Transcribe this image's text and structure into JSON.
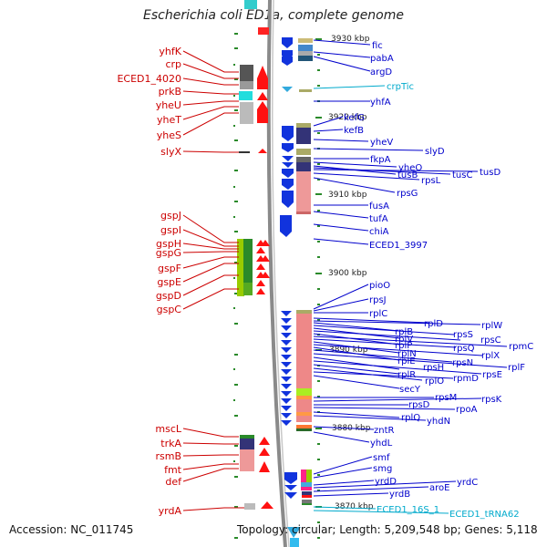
{
  "title": "Escherichia coli ED1a, complete genome",
  "footer": {
    "accession": "Accession: NC_011745",
    "summary": "Topology: circular; Length: 5,209,548 bp; Genes: 5,118"
  },
  "colors": {
    "left_labels": "#cc0000",
    "right_labels": "#0000cc",
    "rna_labels": "#00aacc",
    "backbone": "#888888",
    "tick": "#2a8a2a"
  },
  "scale_labels": [
    "3930 kbp",
    "3920 kbp",
    "3910 kbp",
    "3900 kbp",
    "3890 kbp",
    "3880 kbp",
    "3870 kbp"
  ],
  "left_genes": [
    "yhfK",
    "crp",
    "ECED1_4020",
    "prkB",
    "yheU",
    "yheT",
    "yheS",
    "slyX",
    "gspJ",
    "gspI",
    "gspH",
    "gspG",
    "gspF",
    "gspE",
    "gspD",
    "gspC",
    "mscL",
    "trkA",
    "rsmB",
    "fmt",
    "def",
    "yrdA"
  ],
  "right_genes": [
    "fic",
    "pabA",
    "argD",
    "crpTic",
    "yhfA",
    "kefG",
    "kefB",
    "yheV",
    "slyD",
    "fkpA",
    "yheO",
    "tusB",
    "tusC",
    "tusD",
    "rpsL",
    "rpsG",
    "fusA",
    "tufA",
    "chiA",
    "ECED1_3997",
    "pioO",
    "rpsJ",
    "rplC",
    "rplD",
    "rplW",
    "rplB",
    "rpsS",
    "rplV",
    "rpsC",
    "rplP",
    "rpmC",
    "rpsQ",
    "rplN",
    "rplX",
    "rplE",
    "rpsN",
    "rplF",
    "rpsH",
    "rplR",
    "rpsE",
    "rplO",
    "rpmD",
    "secY",
    "rpsM",
    "rpsK",
    "rpsD",
    "rpoA",
    "rplQ",
    "yhdN",
    "zntR",
    "yhdL",
    "smf",
    "smg",
    "yrdD",
    "yrdC",
    "aroE",
    "yrdB",
    "ECED1_16S_1",
    "ECED1_tRNA62"
  ]
}
